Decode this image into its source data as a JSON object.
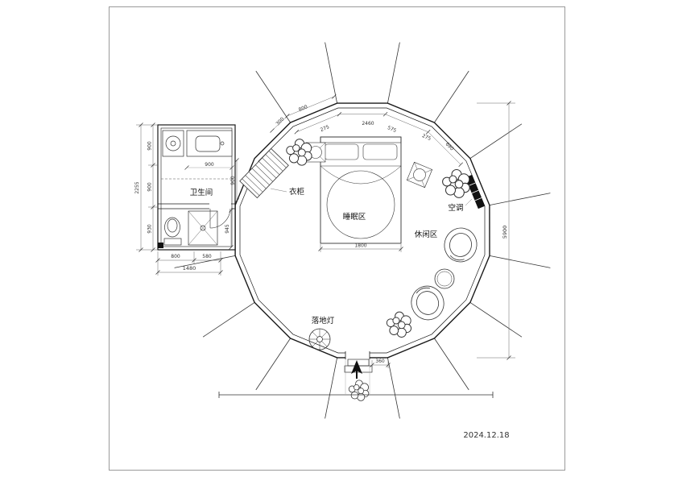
{
  "title_block": {
    "date": "2024.12.18"
  },
  "labels": {
    "bathroom": "卫生间",
    "wardrobe": "衣柜",
    "sleeping_area": "睡眠区",
    "leisure_area": "休闲区",
    "air_conditioner": "空调",
    "floor_lamp": "落地灯"
  },
  "dimensions": {
    "left_total": "2255",
    "left_upper": "900",
    "left_middle": "900",
    "left_lower": "930",
    "bath_width_a": "800",
    "bath_width_b": "580",
    "bath_width_total": "1480",
    "bath_lower_height": "945",
    "bath_door": "900",
    "bath_counter": "900",
    "overall_height": "5900",
    "bed_width": "1800",
    "wall_top_left_a": "300",
    "wall_top_left_b": "800",
    "top_chain_a": "275",
    "top_chain_b": "2460",
    "top_chain_c": "575",
    "top_chain_d": "275",
    "top_chain_e": "690",
    "entrance_width": "360"
  }
}
